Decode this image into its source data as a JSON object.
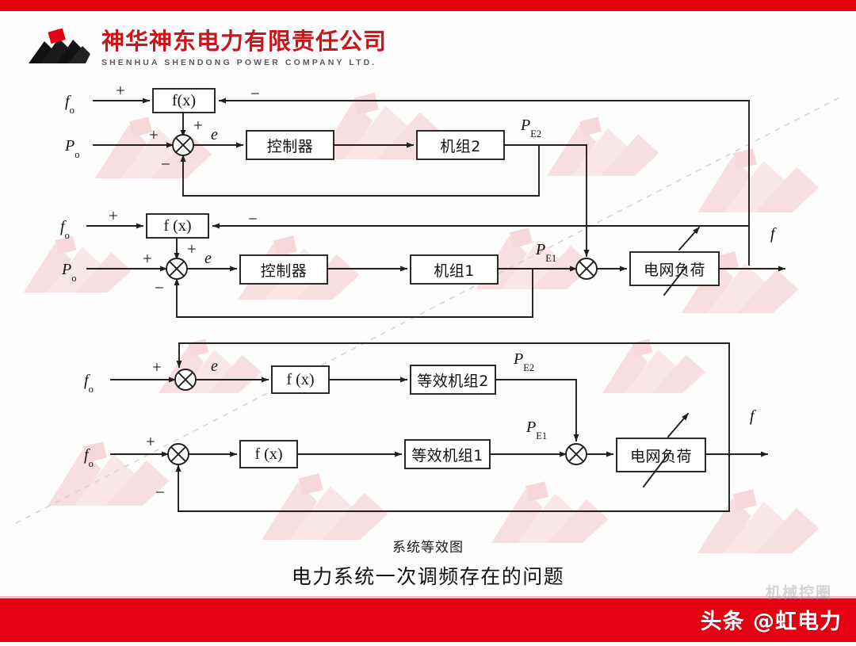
{
  "slide": {
    "company_name_cn": "神华神东电力有限责任公司",
    "company_name_en": "SHENHUA  SHENDONG  POWER  COMPANY  LTD.",
    "caption_sub": "系统等效图",
    "caption_main": "电力系统一次调频存在的问题",
    "brand_watermark": "机械控圈",
    "brand_footer": "头条 @虹电力",
    "accent_red": "#e60012",
    "logo_red": "#c8161d",
    "line_color": "#231f20"
  },
  "diagram_top": {
    "name": "unit2-primary-frequency-loop",
    "input_freq": "f",
    "input_freq_sub": "o",
    "input_power": "P",
    "input_power_sub": "o",
    "fx_block": "f(x)",
    "controller_block": "控制器",
    "unit_block": "机组2",
    "error_label": "e",
    "output_label": "P",
    "output_label_sub": "E2",
    "sign_plus_freq": "+",
    "sign_minus_feedback": "−",
    "sign_plus_power": "+",
    "sign_plus_fx": "+",
    "sign_minus_power": "−"
  },
  "diagram_mid": {
    "name": "unit1-primary-frequency-loop",
    "input_freq": "f",
    "input_freq_sub": "o",
    "input_power": "P",
    "input_power_sub": "o",
    "fx_block": "f (x)",
    "controller_block": "控制器",
    "unit_block": "机组1",
    "grid_block": "电网负荷",
    "error_label": "e",
    "output_label": "P",
    "output_label_sub": "E1",
    "freq_out_label": "f",
    "sign_plus_freq": "+",
    "sign_minus_feedback": "−",
    "sign_plus_power": "+",
    "sign_plus_fx": "+",
    "sign_minus_power": "−"
  },
  "diagram_bottom": {
    "name": "system-equivalent-diagram",
    "input_freq_top": "f",
    "input_freq_top_sub": "o",
    "input_freq_bot": "f",
    "input_freq_bot_sub": "o",
    "fx_block_top": "f (x)",
    "fx_block_bot": "f (x)",
    "equiv_unit_top": "等效机组2",
    "equiv_unit_bot": "等效机组1",
    "grid_block": "电网负荷",
    "error_label": "e",
    "output_top": "P",
    "output_top_sub": "E2",
    "output_bot": "P",
    "output_bot_sub": "E1",
    "freq_out_label": "f",
    "sign_plus_top": "+",
    "sign_plus_bot": "+",
    "sign_minus_bot": "−"
  }
}
